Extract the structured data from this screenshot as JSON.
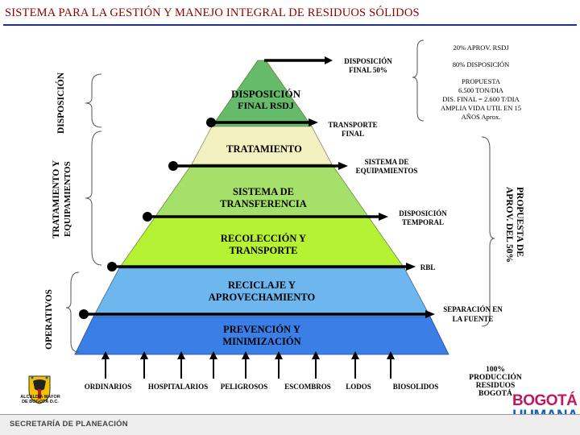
{
  "title": "SISTEMA PARA LA GESTIÓN Y MANEJO INTEGRAL DE RESIDUOS SÓLIDOS",
  "colors": {
    "title": "#8b0000",
    "rule": "#1f2f8f",
    "tier_green": "#66bb6a",
    "tier_cream": "#f4f1c0",
    "tier_light_green": "#a5e06a",
    "tier_lime": "#b6f234",
    "tier_light_blue": "#6eb6ee",
    "tier_blue": "#3b7ee6"
  },
  "left_labels": {
    "disposicion": "DISPOSICIÓN",
    "tratamiento_line1": "TRATAMIENTO Y",
    "tratamiento_line2": "EQUIPAMIENTOS",
    "operativos": "OPERATIVOS"
  },
  "pyramid": {
    "tier1_line1": "DISPOSICIÓN",
    "tier1_line2": "FINAL RSDJ",
    "tier2": "TRATAMIENTO",
    "tier3_line1": "SISTEMA DE",
    "tier3_line2": "TRANSFERENCIA",
    "tier4_line1": "RECOLECCIÓN Y",
    "tier4_line2": "TRANSPORTE",
    "tier5_line1": "RECICLAJE Y",
    "tier5_line2": "APROVECHAMIENTO",
    "tier6_line1": "PREVENCIÓN Y",
    "tier6_line2": "MINIMIZACIÓN"
  },
  "right_labels": {
    "disp_final_line1": "DISPOSICIÓN",
    "disp_final_line2": "FINAL 50%",
    "transporte_line1": "TRANSPORTE",
    "transporte_line2": "FINAL",
    "sistema_line1": "SISTEMA DE",
    "sistema_line2": "EQUIPAMIENTOS",
    "temporal_line1": "DISPOSICIÓN",
    "temporal_line2": "TEMPORAL",
    "rbl": "RBL",
    "separacion_line1": "SEPARACIÓN EN",
    "separacion_line2": "LA FUENTE"
  },
  "notes": {
    "line1": "20% APROV. RSDJ",
    "line2": "80% DISPOSICIÓN",
    "line3": "PROPUESTA",
    "line4": "6.500 TON/DIA",
    "line5": "DIS. FINAL = 2.600 T/DIA",
    "line6": "AMPLIA VIDA UTIL EN 15",
    "line7": "AÑOS Aprox."
  },
  "right_vertical": {
    "line1": "PROPUESTA DE",
    "line2": "APROV. DEL 50%"
  },
  "inputs": [
    "ORDINARIOS",
    "HOSPITALARIOS",
    "PELIGROSOS",
    "ESCOMBROS",
    "LODOS",
    "BIOSOLIDOS"
  ],
  "production": {
    "line1": "100%",
    "line2": "PRODUCCIÓN",
    "line3": "RESIDUOS",
    "line4": "BOGOTÁ"
  },
  "logo_text": {
    "line1": "ALCALDÍA MAYOR",
    "line2": "DE BOGOTÁ D.C."
  },
  "footer": "SECRETARÍA DE PLANEACIÓN",
  "brand": {
    "line1": "BOGOTÁ",
    "line2": "HUMANA"
  }
}
